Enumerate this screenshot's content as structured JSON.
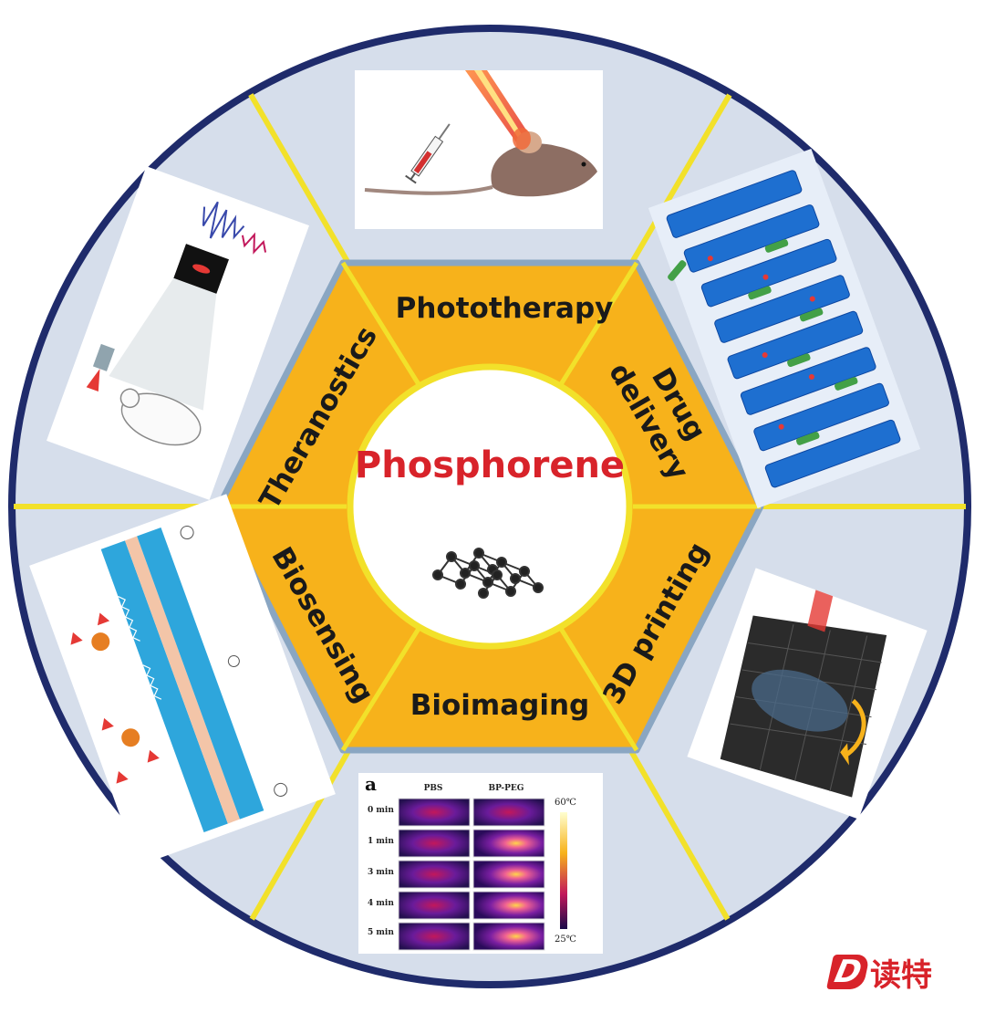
{
  "center": {
    "title": "Phosphorene"
  },
  "segments": [
    {
      "label": "Phototherapy"
    },
    {
      "label": "Drug"
    },
    {
      "label": "delivery"
    },
    {
      "label": "3D printing"
    },
    {
      "label": "Bioimaging"
    },
    {
      "label": "Biosensing"
    },
    {
      "label": "Theranostics"
    }
  ],
  "bioimaging_panel": {
    "letter": "a",
    "col_left": "PBS",
    "col_right": "BP-PEG",
    "rows": [
      "0 min",
      "1 min",
      "3 min",
      "4 min",
      "5 min"
    ],
    "scale_max": "60℃",
    "scale_min": "25℃"
  },
  "colors": {
    "hexagon": "#f7b21b",
    "spokes": "#f2e12a",
    "ring": "#1f2b6b",
    "ring_fill": "#d6deeb",
    "title": "#d8232a"
  },
  "watermark": {
    "mark": "D",
    "text": "读特"
  }
}
